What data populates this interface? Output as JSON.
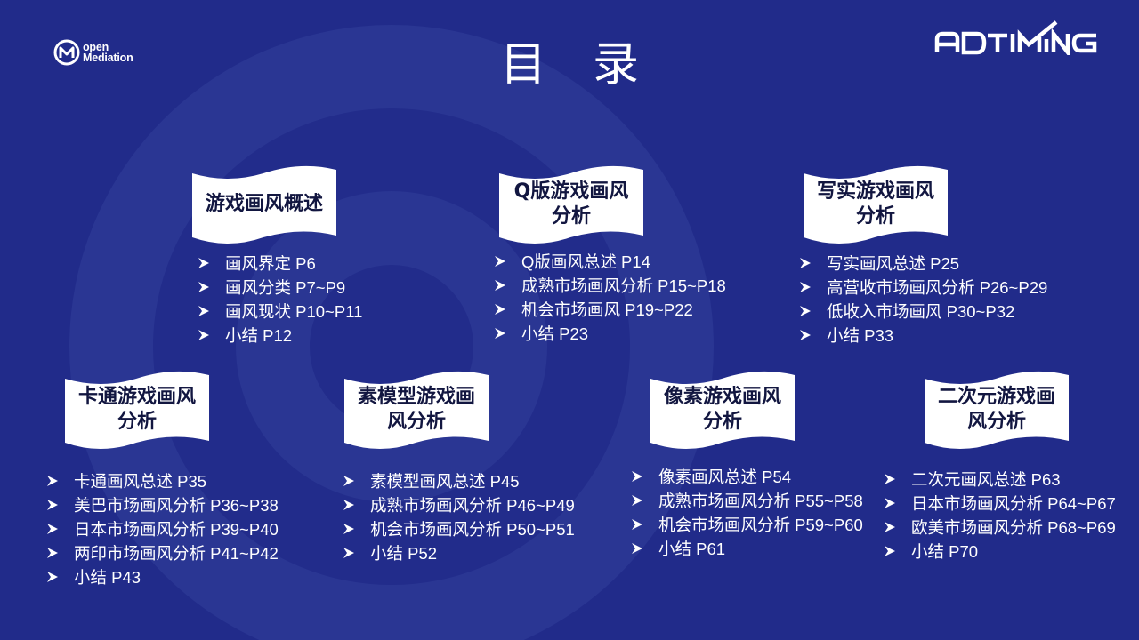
{
  "header": {
    "title": "目录",
    "title_chars": [
      "目",
      "录"
    ],
    "logo_left": {
      "icon": "open-mediation-logo",
      "line1": "open",
      "line2": "Mediation"
    },
    "logo_right": {
      "text": "ADTIMING"
    }
  },
  "colors": {
    "background": "#212b8a",
    "ring_light": "#2b3794",
    "banner_fill": "#ffffff",
    "banner_text": "#121640",
    "item_text": "#ffffff"
  },
  "sections": [
    {
      "title": "游戏画风概述",
      "items": [
        "画风界定 P6",
        "画风分类 P7~P9",
        "画风现状 P10~P11",
        "小结 P12"
      ]
    },
    {
      "title": "Q版游戏画风分析",
      "items": [
        "Q版画风总述 P14",
        "成熟市场画风分析 P15~P18",
        "机会市场画风 P19~P22",
        "小结 P23"
      ]
    },
    {
      "title": "写实游戏画风分析",
      "items": [
        "写实画风总述 P25",
        "高营收市场画风分析 P26~P29",
        "低收入市场画风 P30~P32",
        "小结 P33"
      ]
    },
    {
      "title": "卡通游戏画风分析",
      "items": [
        "卡通画风总述 P35",
        "美巴市场画风分析 P36~P38",
        "日本市场画风分析 P39~P40",
        "两印市场画风分析 P41~P42",
        "小结 P43"
      ]
    },
    {
      "title": "素模型游戏画风分析",
      "items": [
        "素模型画风总述 P45",
        "成熟市场画风分析 P46~P49",
        "机会市场画风分析 P50~P51",
        "小结 P52"
      ]
    },
    {
      "title": "像素游戏画风分析",
      "items": [
        "像素画风总述 P54",
        "成熟市场画风分析 P55~P58",
        "机会市场画风分析 P59~P60",
        "小结 P61"
      ]
    },
    {
      "title": "二次元游戏画风分析",
      "items": [
        "二次元画风总述 P63",
        "日本市场画风分析 P64~P67",
        "欧美市场画风分析 P68~P69",
        "小结 P70"
      ]
    }
  ]
}
